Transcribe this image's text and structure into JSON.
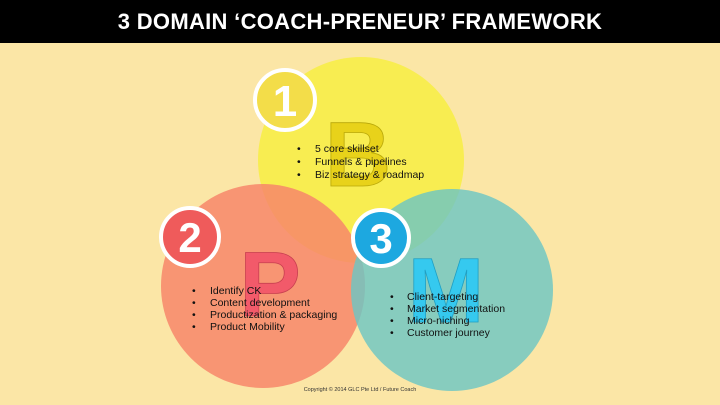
{
  "title": "3 DOMAIN ‘COACH-PRENEUR’ FRAMEWORK",
  "colors": {
    "background": "#fbe6a6",
    "title_bar": "#000000",
    "circle_b": "#f7ee4a",
    "circle_p": "#f7866a",
    "circle_m": "#7fcac3",
    "badge_1": "#f3dd49",
    "badge_2": "#ef5b5b",
    "badge_3": "#1da8e0",
    "letter_b": "#e8d21a",
    "letter_p": "#f25a6a",
    "letter_m": "#35c9ef"
  },
  "domains": [
    {
      "number": "1",
      "letter": "B",
      "bullets": [
        "5 core skillset",
        "Funnels & pipelines",
        "Biz strategy & roadmap"
      ]
    },
    {
      "number": "2",
      "letter": "P",
      "bullets": [
        "Identify CK",
        "Content development",
        "Productization & packaging",
        "Product Mobility"
      ]
    },
    {
      "number": "3",
      "letter": "M",
      "bullets": [
        "Client-targeting",
        "Market segmentation",
        "Micro-niching",
        "Customer journey"
      ]
    }
  ],
  "copyright": "Copyright © 2014 GLC Pte Ltd / Future Coach"
}
